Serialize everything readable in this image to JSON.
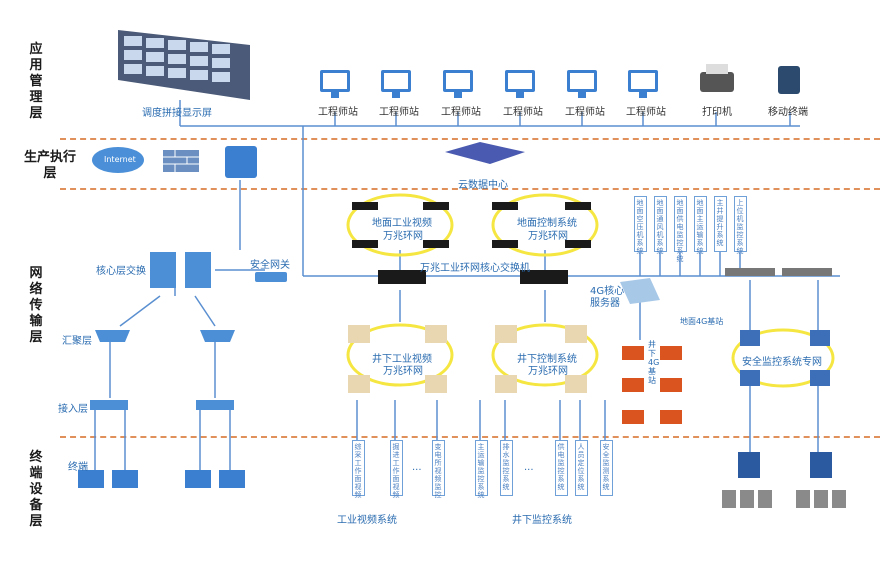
{
  "layers": {
    "app": "应用管理层",
    "prod": "生产执行层",
    "network": "网络传输层",
    "terminal": "终端设备层"
  },
  "app_layer": {
    "display_wall": "调度拼接显示屏",
    "workstations": [
      "工程师站",
      "工程师站",
      "工程师站",
      "工程师站",
      "工程师站",
      "工程师站"
    ],
    "printer": "打印机",
    "mobile": "移动终端"
  },
  "prod_layer": {
    "internet": "Internet",
    "cloud": "云数据中心"
  },
  "network_layer": {
    "core_switch": "核心层交换",
    "security_gw": "安全网关",
    "aggregation": "汇聚层",
    "access": "接入层",
    "ground_video_ring": [
      "地面工业视频",
      "万兆环网"
    ],
    "ground_control_ring": [
      "地面控制系统",
      "万兆环网"
    ],
    "core_ring_switch": "万兆工业环网核心交换机",
    "4g_server": [
      "4G核心",
      "服务器"
    ],
    "ground_4g": "地面4G基站",
    "under_video_ring": [
      "井下工业视频",
      "万兆环网"
    ],
    "under_control_ring": [
      "井下控制系统",
      "万兆环网"
    ],
    "under_4g": "井下4G基站",
    "security_ring": "安全监控系统专网",
    "control_subsystems": [
      "地面空压机系统",
      "地面通风机系统",
      "地面供电监控系统",
      "地面主运输系统",
      "主井提升系统",
      "上位机监控系统"
    ]
  },
  "terminal_layer": {
    "terminal": "终端",
    "video_system": "工业视频系统",
    "monitor_system": "井下监控系统",
    "video_subs": [
      "综采工作面视频",
      "掘进工作面视频",
      "...",
      "变电所视频监控"
    ],
    "monitor_subs": [
      "主运输监控系统",
      "排水监控系统",
      "...",
      "供电监控系统",
      "人员定位系统",
      "安全监测系统"
    ]
  },
  "colors": {
    "accent": "#2b6cb0",
    "dash": "#e0905a",
    "ring": "#f5e642",
    "line": "#5a8fd0"
  }
}
